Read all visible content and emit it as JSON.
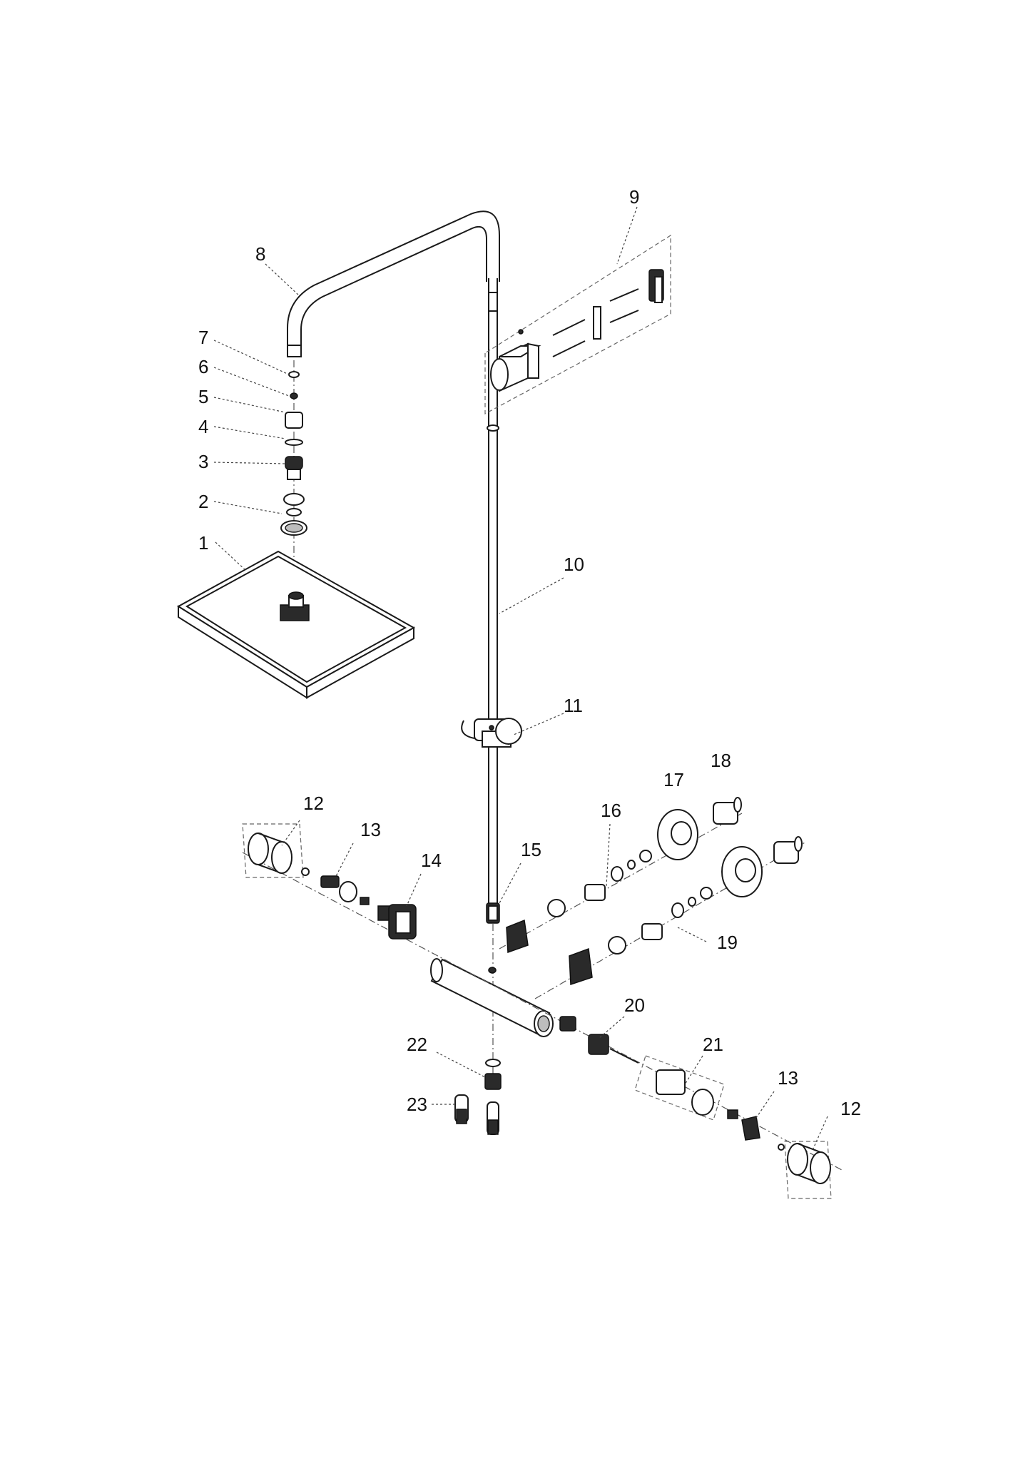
{
  "diagram": {
    "type": "exploded-parts-view",
    "callouts": [
      {
        "id": "c1",
        "label": "1"
      },
      {
        "id": "c2",
        "label": "2"
      },
      {
        "id": "c3",
        "label": "3"
      },
      {
        "id": "c4",
        "label": "4"
      },
      {
        "id": "c5",
        "label": "5"
      },
      {
        "id": "c6",
        "label": "6"
      },
      {
        "id": "c7",
        "label": "7"
      },
      {
        "id": "c8",
        "label": "8"
      },
      {
        "id": "c9",
        "label": "9"
      },
      {
        "id": "c10",
        "label": "10"
      },
      {
        "id": "c11",
        "label": "11"
      },
      {
        "id": "c12a",
        "label": "12"
      },
      {
        "id": "c12b",
        "label": "12"
      },
      {
        "id": "c13a",
        "label": "13"
      },
      {
        "id": "c13b",
        "label": "13"
      },
      {
        "id": "c14",
        "label": "14"
      },
      {
        "id": "c15",
        "label": "15"
      },
      {
        "id": "c16",
        "label": "16"
      },
      {
        "id": "c17",
        "label": "17"
      },
      {
        "id": "c18",
        "label": "18"
      },
      {
        "id": "c19",
        "label": "19"
      },
      {
        "id": "c20",
        "label": "20"
      },
      {
        "id": "c21",
        "label": "21"
      },
      {
        "id": "c22",
        "label": "22"
      },
      {
        "id": "c23",
        "label": "23"
      }
    ]
  }
}
